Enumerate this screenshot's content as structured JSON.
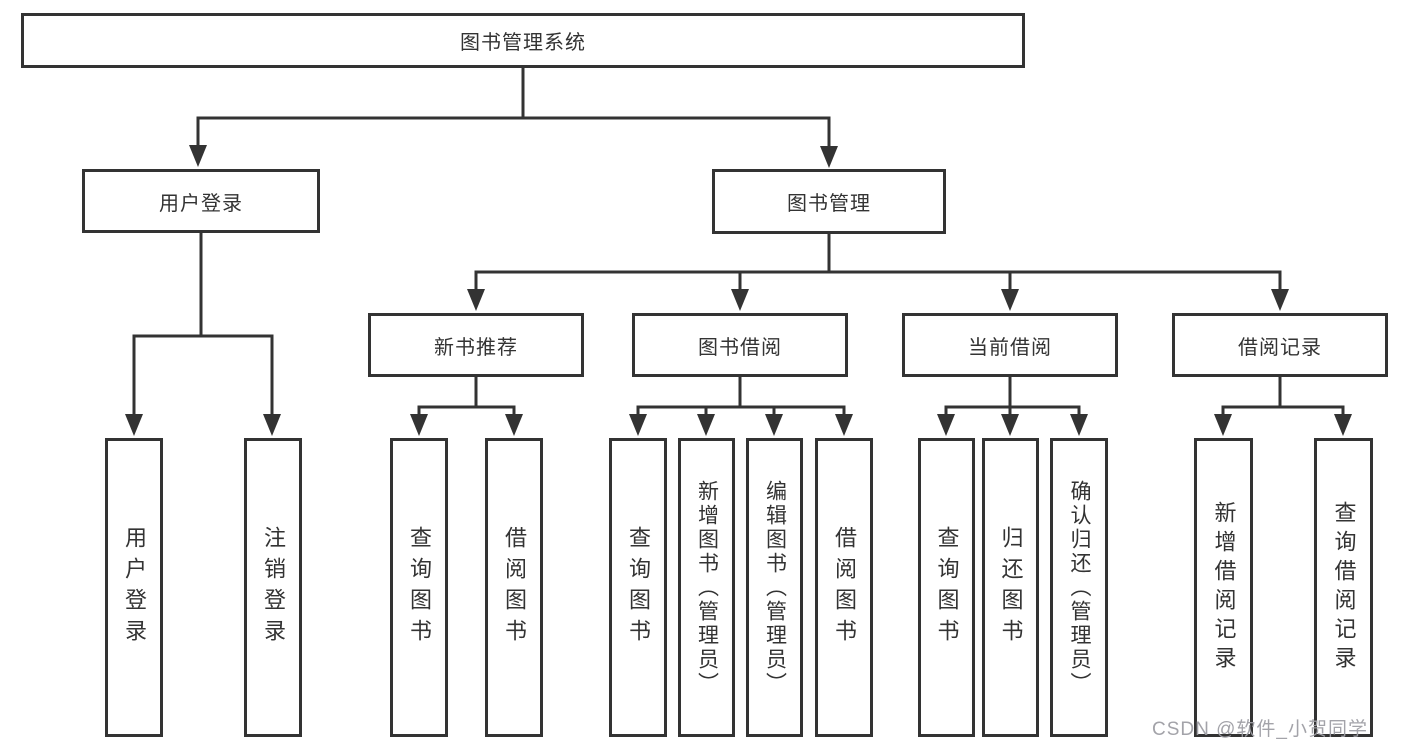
{
  "diagram": {
    "root": {
      "label": "图书管理系统"
    },
    "branches": [
      {
        "label": "用户登录",
        "children": [
          {
            "label": "用户登录"
          },
          {
            "label": "注销登录"
          }
        ]
      },
      {
        "label": "图书管理",
        "children": [
          {
            "label": "新书推荐",
            "children": [
              {
                "label": "查询图书"
              },
              {
                "label": "借阅图书"
              }
            ]
          },
          {
            "label": "图书借阅",
            "children": [
              {
                "label": "查询图书"
              },
              {
                "label": "新增图书（管理员）"
              },
              {
                "label": "编辑图书（管理员）"
              },
              {
                "label": "借阅图书"
              }
            ]
          },
          {
            "label": "当前借阅",
            "children": [
              {
                "label": "查询图书"
              },
              {
                "label": "归还图书"
              },
              {
                "label": "确认归还（管理员）"
              }
            ]
          },
          {
            "label": "借阅记录",
            "children": [
              {
                "label": "新增借阅记录"
              },
              {
                "label": "查询借阅记录"
              }
            ]
          }
        ]
      }
    ]
  },
  "watermark": {
    "text": "CSDN @软件_小贺同学"
  },
  "colors": {
    "line": "#333333",
    "box_border": "#333333",
    "text": "#333333",
    "watermark": "#9e9ea4",
    "background": "#ffffff"
  }
}
